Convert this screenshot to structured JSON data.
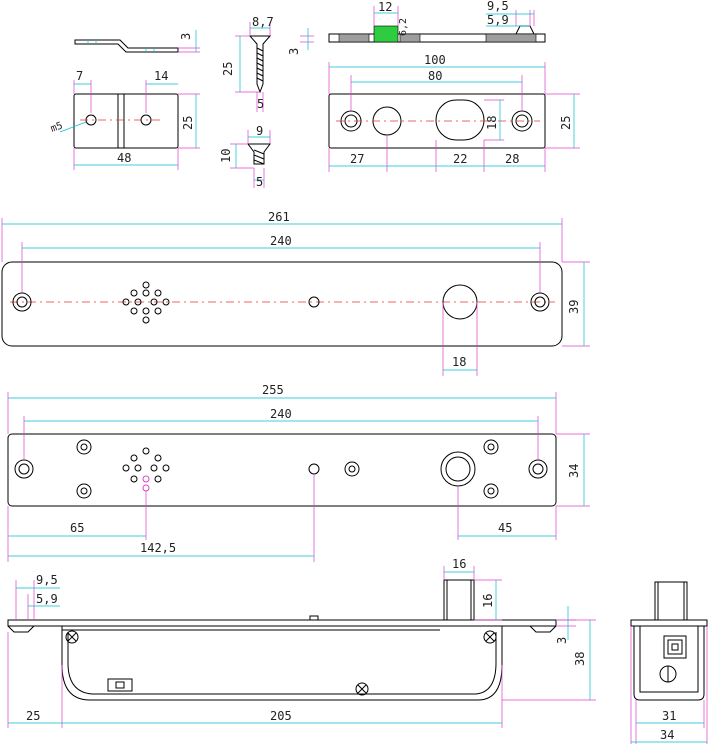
{
  "colors": {
    "object": "#000000",
    "dimension": "#00bcd4",
    "extension": "#e040c8",
    "centerline": "#e53935",
    "highlight": "#2ecc40"
  },
  "top_left": {
    "side_thickness": "3",
    "width_7": "7",
    "width_14": "14",
    "hole": "m5",
    "height_25": "25",
    "width_48": "48"
  },
  "screws": {
    "head_87": "8,7",
    "length_25": "25",
    "shank_5": "5",
    "thickness_3": "3",
    "head_9": "9",
    "length_10": "10",
    "shank_5b": "5"
  },
  "top_right": {
    "d12": "12",
    "d62": "6,2",
    "d95": "9,5",
    "d59": "5,9",
    "d100": "100",
    "d80": "80",
    "d18": "18",
    "d25": "25",
    "d27": "27",
    "d22": "22",
    "d28": "28"
  },
  "plate_a": {
    "d261": "261",
    "d240": "240",
    "d39": "39",
    "d18": "18"
  },
  "plate_b": {
    "d255": "255",
    "d240": "240",
    "d34": "34",
    "d65": "65",
    "d1425": "142,5",
    "d45": "45"
  },
  "side_view": {
    "d95": "9,5",
    "d59": "5,9",
    "d16w": "16",
    "d16h": "16",
    "d3": "3",
    "d38": "38",
    "d25": "25",
    "d205": "205"
  },
  "end_view": {
    "d31": "31",
    "d34": "34"
  }
}
